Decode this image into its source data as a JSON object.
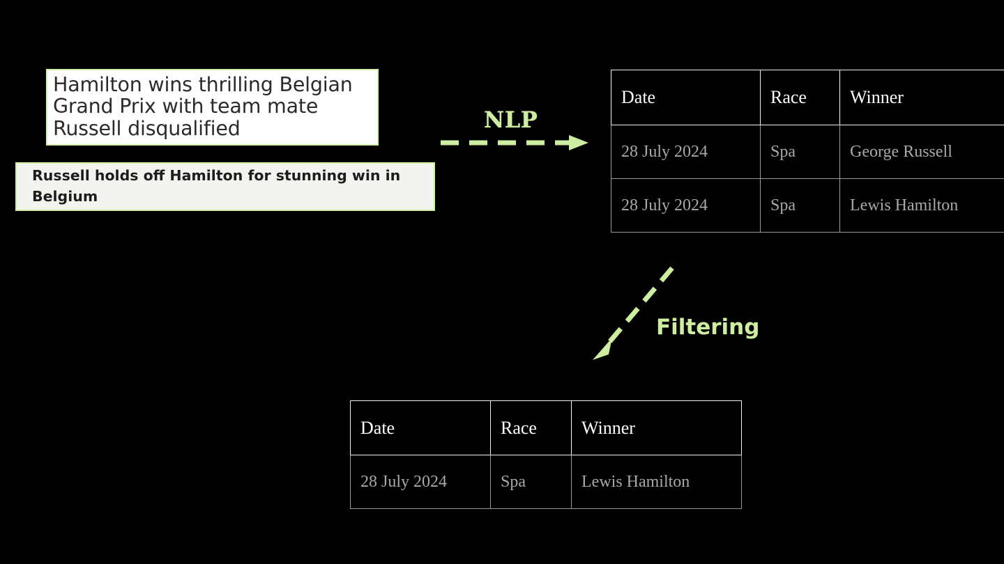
{
  "canvas": {
    "background": "#000000",
    "accent_green": "#cdeda0",
    "header_text_color": "#ffffff",
    "body_text_color": "#a9a9a9"
  },
  "sources": [
    {
      "id": "headline-1",
      "text": "Hamilton wins thrilling Belgian\nGrand Prix with team mate\nRussell disqualified",
      "background": "#ffffff",
      "border": "#d5f0ad"
    },
    {
      "id": "headline-2",
      "text": "Russell holds off Hamilton for stunning win in\nBelgium",
      "background": "#f3f3f0",
      "border": "#cdeda0"
    }
  ],
  "flows": [
    {
      "id": "nlp",
      "label": "NLP",
      "style": "dashed-right-arrow",
      "color": "#cdeda0"
    },
    {
      "id": "filtering",
      "label": "Filtering",
      "style": "dashed-diagonal-arrow",
      "color": "#cdeda0"
    }
  ],
  "tables": {
    "extracted": {
      "title": "extracted-results-table",
      "columns": [
        "Date",
        "Race",
        "Winner"
      ],
      "rows": [
        [
          "28 July 2024",
          "Spa",
          "George Russell"
        ],
        [
          "28 July 2024",
          "Spa",
          "Lewis Hamilton"
        ]
      ]
    },
    "filtered": {
      "title": "filtered-results-table",
      "columns": [
        "Date",
        "Race",
        "Winner"
      ],
      "rows": [
        [
          "28 July 2024",
          "Spa",
          "Lewis Hamilton"
        ]
      ]
    }
  }
}
